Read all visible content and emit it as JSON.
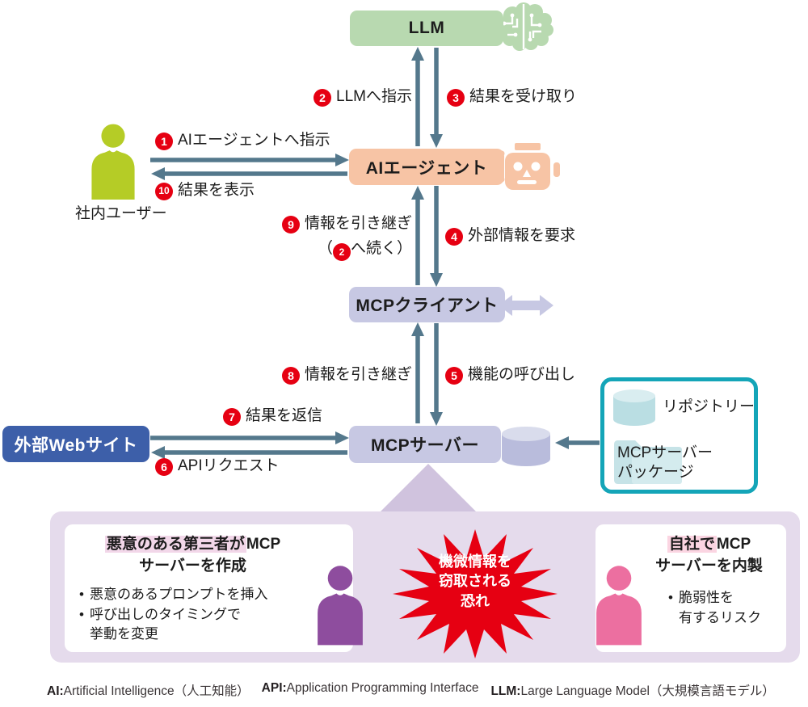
{
  "nodes": {
    "llm": {
      "label": "LLM"
    },
    "agent": {
      "label": "AIエージェント"
    },
    "mcp_client": {
      "label": "MCPクライアント"
    },
    "mcp_server": {
      "label": "MCPサーバー"
    },
    "external_web": {
      "label": "外部Webサイト"
    },
    "internal_user": {
      "label": "社内ユーザー"
    },
    "repository": {
      "label": "リポジトリー"
    },
    "package_line1": "MCPサーバー",
    "package_line2": "パッケージ"
  },
  "steps": {
    "s1": {
      "num": "1",
      "text": "AIエージェントへ指示"
    },
    "s2": {
      "num": "2",
      "text": "LLMへ指示"
    },
    "s3": {
      "num": "3",
      "text": "結果を受け取り"
    },
    "s4": {
      "num": "4",
      "text": "外部情報を要求"
    },
    "s5": {
      "num": "5",
      "text": "機能の呼び出し"
    },
    "s6": {
      "num": "6",
      "text": "APIリクエスト"
    },
    "s7": {
      "num": "7",
      "text": "結果を返信"
    },
    "s8": {
      "num": "8",
      "text": "情報を引き継ぎ"
    },
    "s9": {
      "num": "9",
      "text": "情報を引き継ぎ",
      "cont_open": "（",
      "cont_num": "2",
      "cont_close": "へ続く）"
    },
    "s10": {
      "num": "10",
      "text": "結果を表示"
    }
  },
  "risk": {
    "burst_line1": "機微情報を",
    "burst_line2": "窃取される",
    "burst_line3": "恐れ",
    "left_card": {
      "title_highlight": "悪意のある第三者が",
      "title_rest": "MCP",
      "title_line2": "サーバーを作成",
      "bullet1": "悪意のあるプロンプトを挿入",
      "bullet2": "呼び出しのタイミングで\n挙動を変更",
      "bullet_glyph": "•"
    },
    "right_card": {
      "title_highlight": "自社で",
      "title_rest": "MCP",
      "title_line2": "サーバーを内製",
      "bullet1": "脆弱性を\n有するリスク",
      "bullet_glyph": "•"
    }
  },
  "legend": {
    "item1": {
      "abbr": "AI:",
      "full": "Artificial Intelligence（人工知能）"
    },
    "item2": {
      "abbr": "API:",
      "full": "Application Programming Interface"
    },
    "item3": {
      "abbr": "LLM:",
      "full": "Large Language Model（大規模言語モデル）"
    }
  },
  "colors": {
    "arrow": "#54788c",
    "step_red": "#e60012",
    "burst_red": "#e60012",
    "llm_green": "#b8d9b0",
    "agent_peach": "#f7c4a5",
    "mcp_lavender": "#c7c8e3",
    "web_blue": "#3d5fa9",
    "teal_border": "#14a5b8",
    "panel_purple": "#e5dbec",
    "panel_arrow": "#d0c3de",
    "user_green": "#b5cc26",
    "attacker_purple": "#8e4d9e",
    "inhouse_pink": "#ec6fa0",
    "cyan_icon": "#bfe0e5"
  }
}
